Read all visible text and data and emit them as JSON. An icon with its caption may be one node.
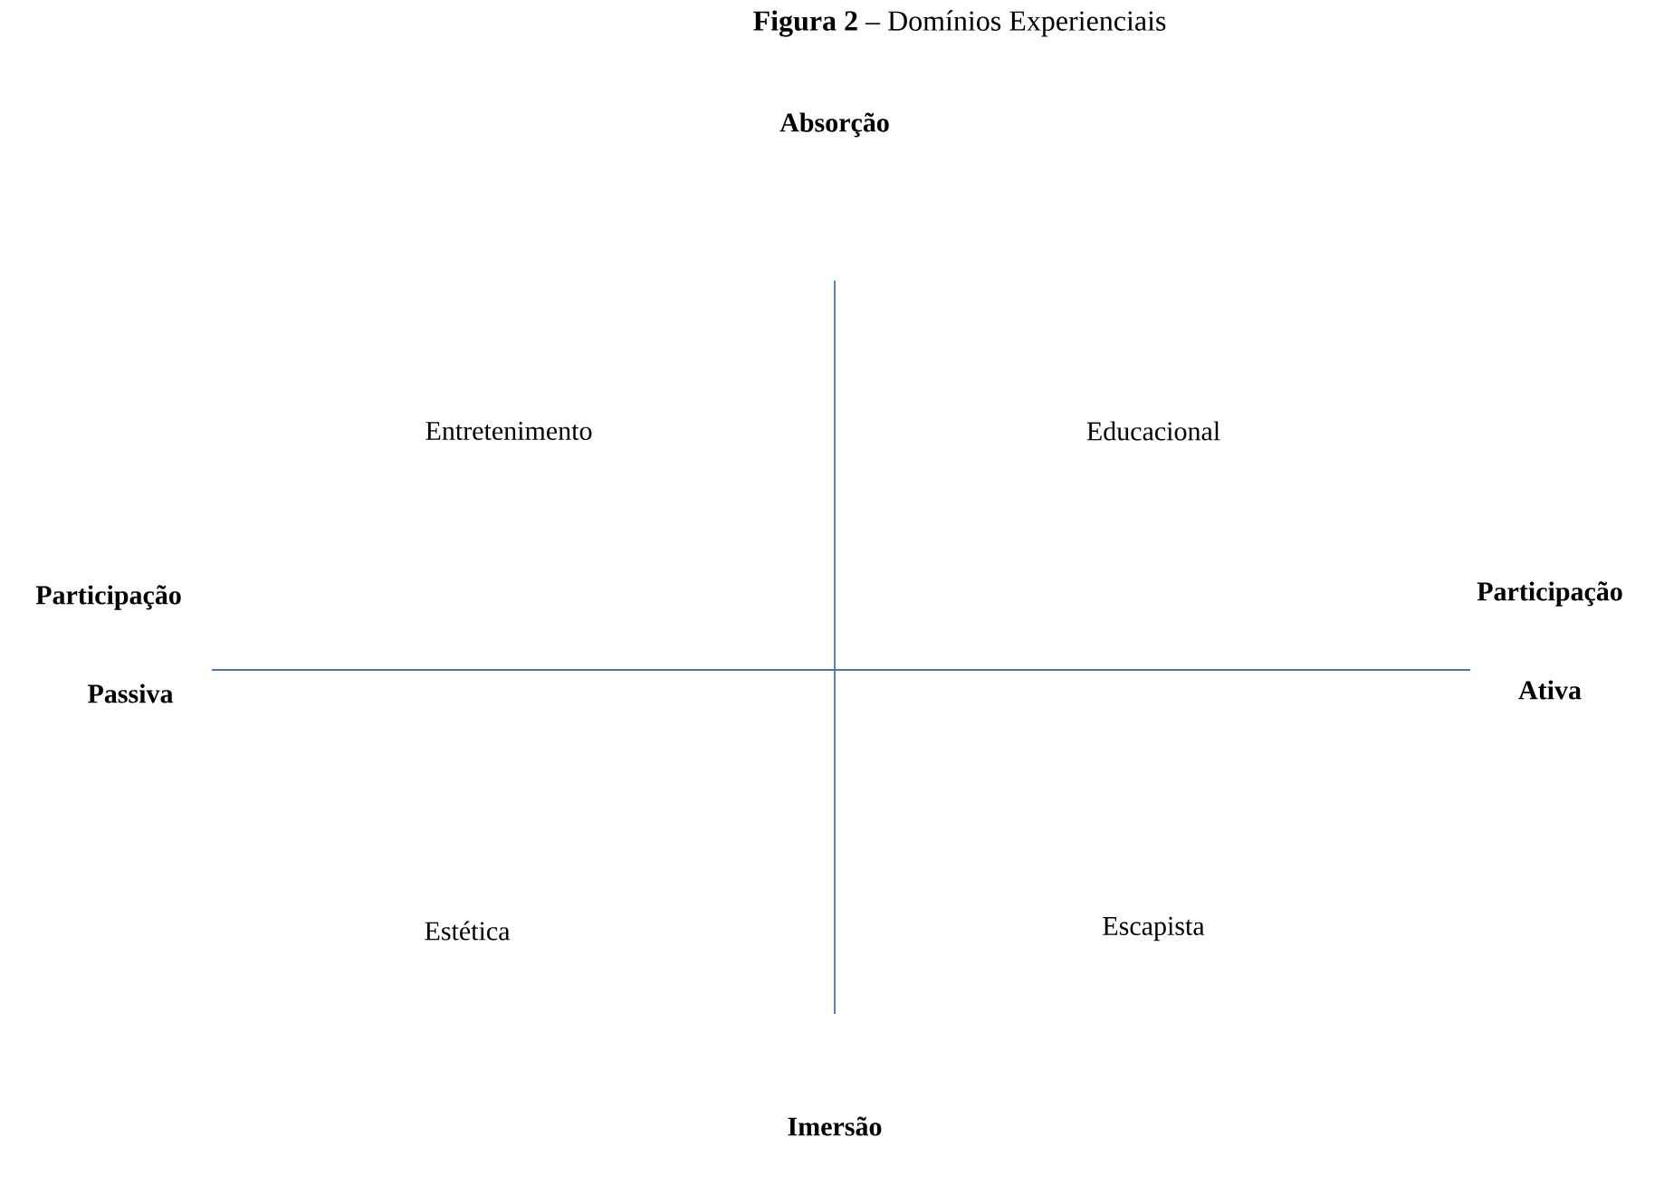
{
  "diagram": {
    "title": "**Figura 2** – Domínios Experienciais",
    "labels": [
      "Absorção",
      "Entretenimento",
      "Educacional",
      "Participação",
      "Participação",
      "Passiva",
      "Ativa",
      "Estética",
      "Escapista",
      "Imersão"
    ]
  }
}
